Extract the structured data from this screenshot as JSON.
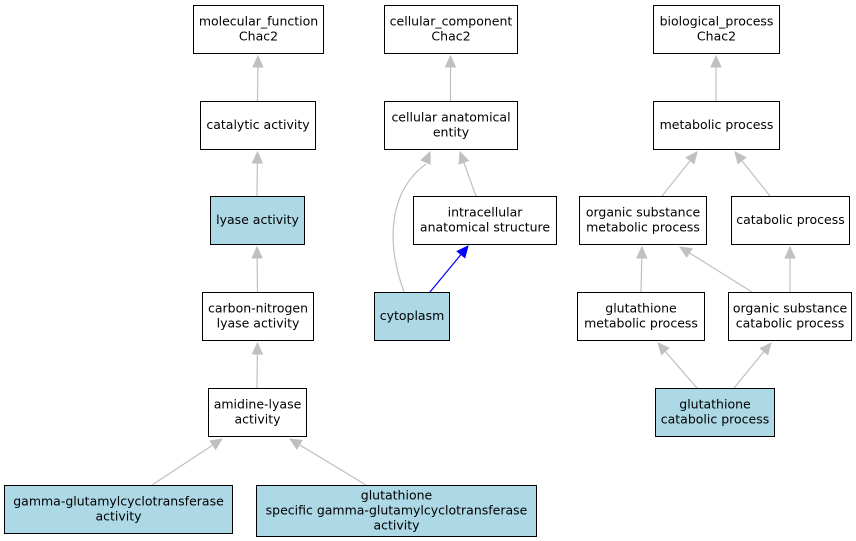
{
  "colors": {
    "plain_fill": "#ffffff",
    "highlight_fill": "#add8e6",
    "edge": "#c0c0c0",
    "highlight_edge": "#0000ff"
  },
  "nodes": {
    "mf_root": {
      "lines": [
        "molecular_function",
        "Chac2"
      ],
      "highlight": false
    },
    "catalytic": {
      "lines": [
        "catalytic activity"
      ],
      "highlight": false
    },
    "lyase": {
      "lines": [
        "lyase activity"
      ],
      "highlight": true
    },
    "cn_lyase": {
      "lines": [
        "carbon-nitrogen",
        "lyase activity"
      ],
      "highlight": false
    },
    "amidine": {
      "lines": [
        "amidine-lyase",
        "activity"
      ],
      "highlight": false
    },
    "ggct": {
      "lines": [
        "gamma-glutamylcyclotransferase",
        "activity"
      ],
      "highlight": true
    },
    "glut_ggct": {
      "lines": [
        "glutathione",
        "specific gamma-glutamylcyclotransferase",
        "activity"
      ],
      "highlight": true
    },
    "cc_root": {
      "lines": [
        "cellular_component",
        "Chac2"
      ],
      "highlight": false
    },
    "cae": {
      "lines": [
        "cellular anatomical",
        "entity"
      ],
      "highlight": false
    },
    "ias": {
      "lines": [
        "intracellular",
        "anatomical structure"
      ],
      "highlight": false
    },
    "cytoplasm": {
      "lines": [
        "cytoplasm"
      ],
      "highlight": true
    },
    "bp_root": {
      "lines": [
        "biological_process",
        "Chac2"
      ],
      "highlight": false
    },
    "metabolic": {
      "lines": [
        "metabolic process"
      ],
      "highlight": false
    },
    "osmp": {
      "lines": [
        "organic substance",
        "metabolic process"
      ],
      "highlight": false
    },
    "catabolic": {
      "lines": [
        "catabolic process"
      ],
      "highlight": false
    },
    "gmp": {
      "lines": [
        "glutathione",
        "metabolic process"
      ],
      "highlight": false
    },
    "oscp": {
      "lines": [
        "organic substance",
        "catabolic process"
      ],
      "highlight": false
    },
    "gcp": {
      "lines": [
        "glutathione",
        "catabolic process"
      ],
      "highlight": true
    }
  },
  "edges": [
    {
      "from": "catalytic",
      "to": "mf_root",
      "highlight": false
    },
    {
      "from": "lyase",
      "to": "catalytic",
      "highlight": false
    },
    {
      "from": "cn_lyase",
      "to": "lyase",
      "highlight": false
    },
    {
      "from": "amidine",
      "to": "cn_lyase",
      "highlight": false
    },
    {
      "from": "ggct",
      "to": "amidine",
      "highlight": false
    },
    {
      "from": "glut_ggct",
      "to": "amidine",
      "highlight": false
    },
    {
      "from": "cae",
      "to": "cc_root",
      "highlight": false
    },
    {
      "from": "ias",
      "to": "cae",
      "highlight": false
    },
    {
      "from": "cytoplasm",
      "to": "cae",
      "highlight": false
    },
    {
      "from": "cytoplasm",
      "to": "ias",
      "highlight": true
    },
    {
      "from": "metabolic",
      "to": "bp_root",
      "highlight": false
    },
    {
      "from": "osmp",
      "to": "metabolic",
      "highlight": false
    },
    {
      "from": "catabolic",
      "to": "metabolic",
      "highlight": false
    },
    {
      "from": "gmp",
      "to": "osmp",
      "highlight": false
    },
    {
      "from": "oscp",
      "to": "osmp",
      "highlight": false
    },
    {
      "from": "oscp",
      "to": "catabolic",
      "highlight": false
    },
    {
      "from": "gcp",
      "to": "gmp",
      "highlight": false
    },
    {
      "from": "gcp",
      "to": "oscp",
      "highlight": false
    }
  ]
}
